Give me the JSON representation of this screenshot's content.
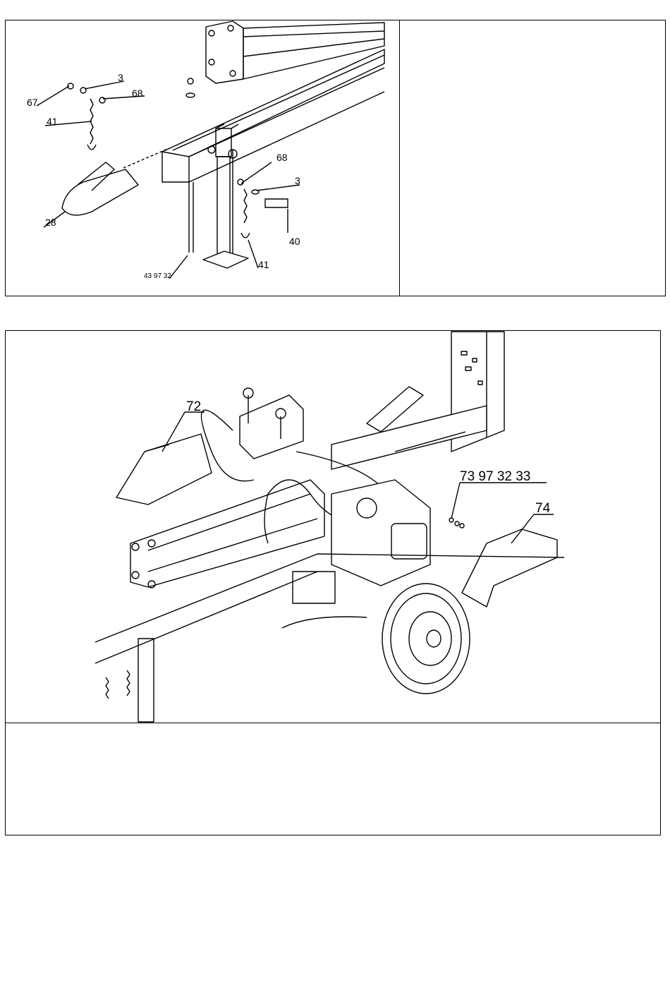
{
  "figure1": {
    "callouts": {
      "c67": "67",
      "c3a": "3",
      "c68a": "68",
      "c41a": "41",
      "c28": "28",
      "c68b": "68",
      "c3b": "3",
      "c40": "40",
      "c41b": "41",
      "c43": "43 97 32"
    }
  },
  "figure2": {
    "callouts": {
      "c72": "72",
      "c73": "73 97 32 33",
      "c74": "74"
    }
  },
  "colors": {
    "line": "#000000",
    "background": "#ffffff"
  }
}
